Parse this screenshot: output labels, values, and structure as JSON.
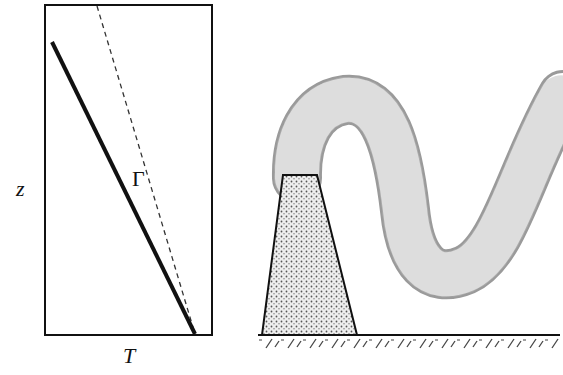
{
  "diagram": {
    "labels": [
      "z",
      "T",
      "Γ"
    ]
  }
}
